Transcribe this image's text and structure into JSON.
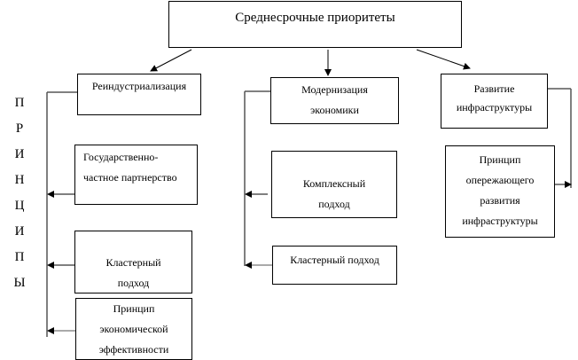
{
  "title": "Среднесрочные приоритеты",
  "side_label": {
    "letters": [
      "П",
      "Р",
      "И",
      "Н",
      "Ц",
      "И",
      "П",
      "Ы"
    ],
    "word": "ПРИНЦИПЫ"
  },
  "priorities": [
    {
      "label": "Реиндустриализация",
      "principles": [
        {
          "lines": [
            "Государственно-",
            "частное партнерство"
          ]
        },
        {
          "lines": [
            "Кластерный",
            "подход"
          ]
        },
        {
          "lines": [
            "Принцип",
            "экономической",
            "эффективности"
          ]
        }
      ]
    },
    {
      "label_lines": [
        "Модернизация",
        "экономики"
      ],
      "principles": [
        {
          "lines": [
            "Комплексный",
            "подход"
          ]
        },
        {
          "lines": [
            "Кластерный подход"
          ]
        }
      ]
    },
    {
      "label_lines": [
        "Развитие",
        "инфраструктуры"
      ],
      "principles": [
        {
          "lines": [
            "Принцип",
            "опережающего",
            "развития",
            "инфраструктуры"
          ]
        }
      ]
    }
  ]
}
